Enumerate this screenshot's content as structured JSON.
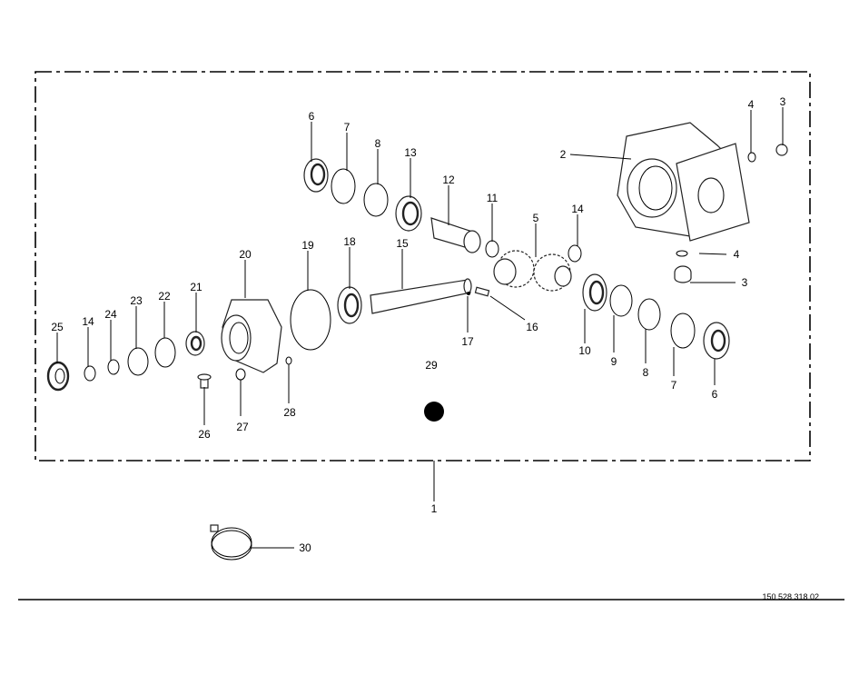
{
  "callouts": [
    "6",
    "7",
    "8",
    "13",
    "12",
    "11",
    "5",
    "14",
    "2",
    "4",
    "3",
    "4",
    "3",
    "19",
    "18",
    "15",
    "20",
    "21",
    "22",
    "23",
    "24",
    "14",
    "25",
    "26",
    "27",
    "28",
    "29",
    "17",
    "16",
    "10",
    "9",
    "8",
    "7",
    "6",
    "1",
    "30"
  ],
  "document_number": "150 528 318 02"
}
